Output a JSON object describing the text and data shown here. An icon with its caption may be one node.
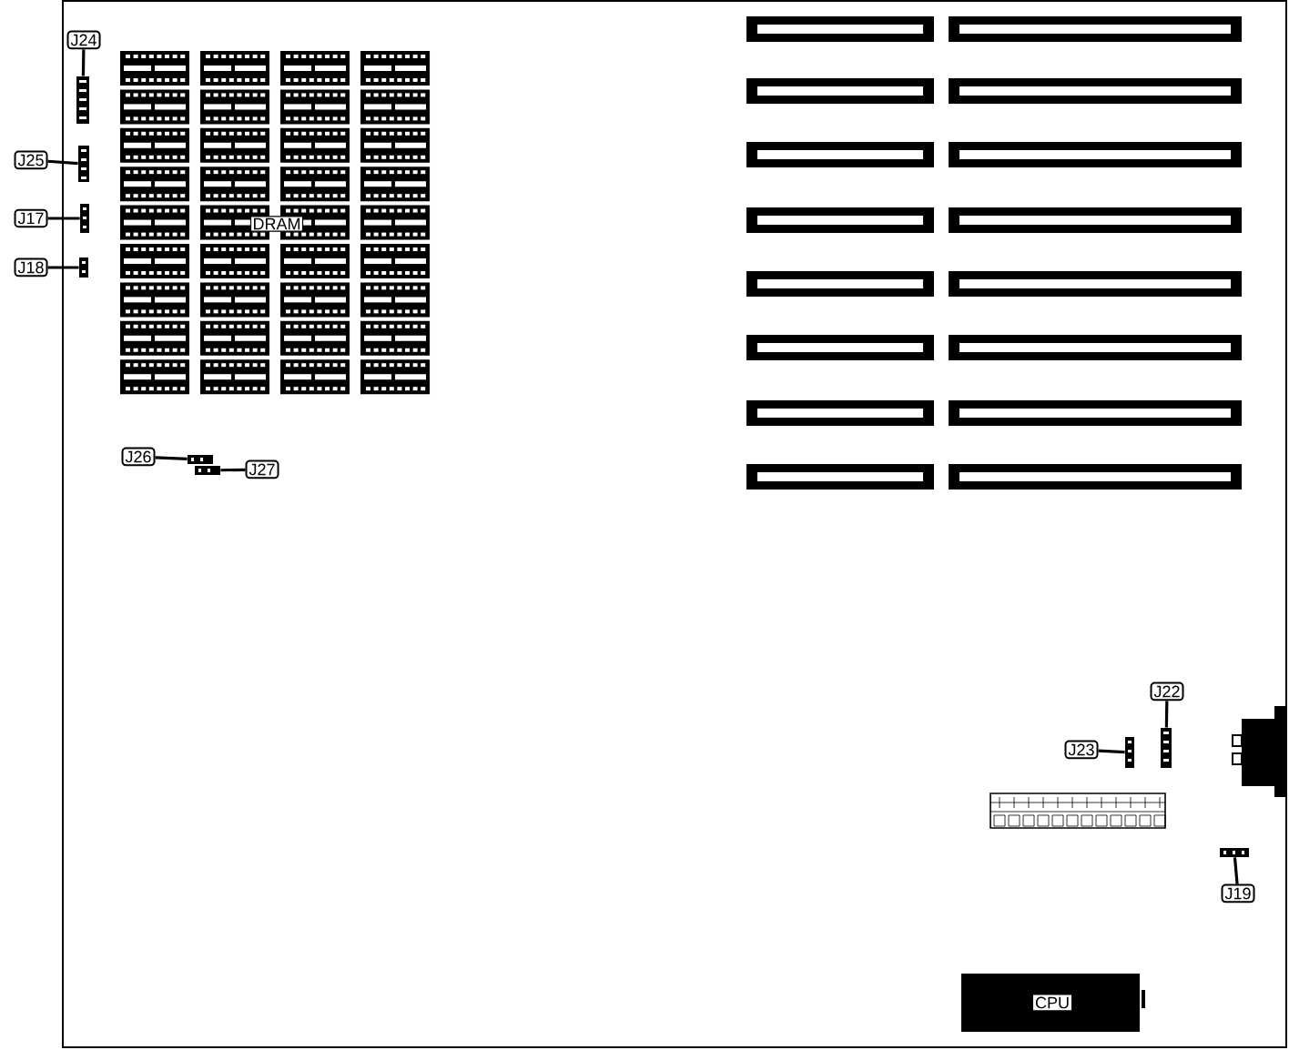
{
  "diagram": {
    "nodes": [
      {
        "text": [
          "J24"
        ]
      },
      {
        "text": [],
        "shape": "box"
      },
      {
        "text": [
          "J25"
        ]
      },
      {
        "text": [],
        "shape": "box"
      },
      {
        "text": [
          "J17"
        ]
      },
      {
        "text": [],
        "shape": "box"
      },
      {
        "text": [
          "J18"
        ]
      },
      {
        "text": [],
        "shape": "box"
      },
      {
        "text": [
          "J26"
        ]
      },
      {
        "text": [],
        "shape": "box"
      },
      {
        "text": [],
        "shape": "box"
      },
      {
        "text": [
          "J27"
        ]
      },
      {
        "text": [
          "J22"
        ]
      },
      {
        "text": [],
        "shape": "box"
      },
      {
        "text": [
          "J23"
        ]
      },
      {
        "text": [],
        "shape": "box"
      },
      {
        "text": [],
        "shape": "box"
      },
      {
        "text": [
          "J19"
        ]
      }
    ],
    "edges": [
      {
        "from": 0,
        "to": 1,
        "arrow": "none"
      },
      {
        "from": 2,
        "to": 3,
        "arrow": "none"
      },
      {
        "from": 4,
        "to": 5,
        "arrow": "none"
      },
      {
        "from": 6,
        "to": 7,
        "arrow": "none"
      },
      {
        "from": 8,
        "to": 9,
        "arrow": "none"
      },
      {
        "from": 11,
        "to": 10,
        "arrow": "none"
      },
      {
        "from": 12,
        "to": 13,
        "arrow": "none"
      },
      {
        "from": 14,
        "to": 15,
        "arrow": "none"
      },
      {
        "from": 17,
        "to": 16,
        "arrow": "none"
      }
    ],
    "labels": [
      "DRAM",
      "CPU"
    ]
  }
}
